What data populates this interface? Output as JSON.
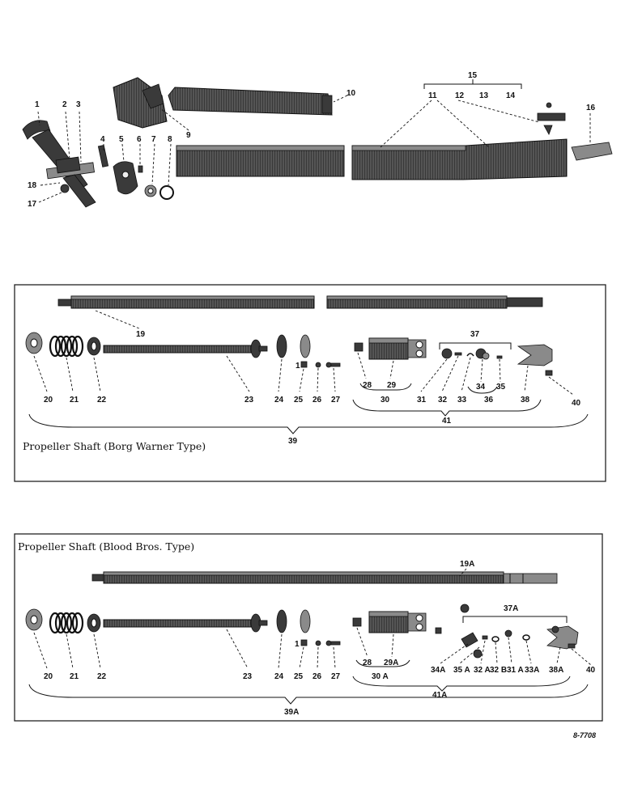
{
  "top_labels": [
    "1",
    "2",
    "3",
    "4",
    "5",
    "6",
    "7",
    "8",
    "9",
    "10",
    "11",
    "12",
    "13",
    "14",
    "15",
    "16",
    "17",
    "18"
  ],
  "panel1": {
    "caption": "Propeller Shaft (Borg Warner Type)",
    "labels": [
      "19",
      "20",
      "21",
      "22",
      "23",
      "24",
      "25",
      "1",
      "26",
      "27",
      "28",
      "29",
      "30",
      "31",
      "32",
      "33",
      "34",
      "35",
      "36",
      "37",
      "38",
      "39",
      "40",
      "41"
    ]
  },
  "panel2": {
    "caption": "Propeller Shaft (Blood Bros. Type)",
    "labels": [
      "19A",
      "20",
      "21",
      "22",
      "23",
      "24",
      "25",
      "1",
      "26",
      "27",
      "28",
      "29A",
      "30 A",
      "31 A",
      "32 A",
      "32 B",
      "33A",
      "34A",
      "35 A",
      "37A",
      "38A",
      "39A",
      "40",
      "41A"
    ]
  },
  "figure_ref": "8-7708"
}
